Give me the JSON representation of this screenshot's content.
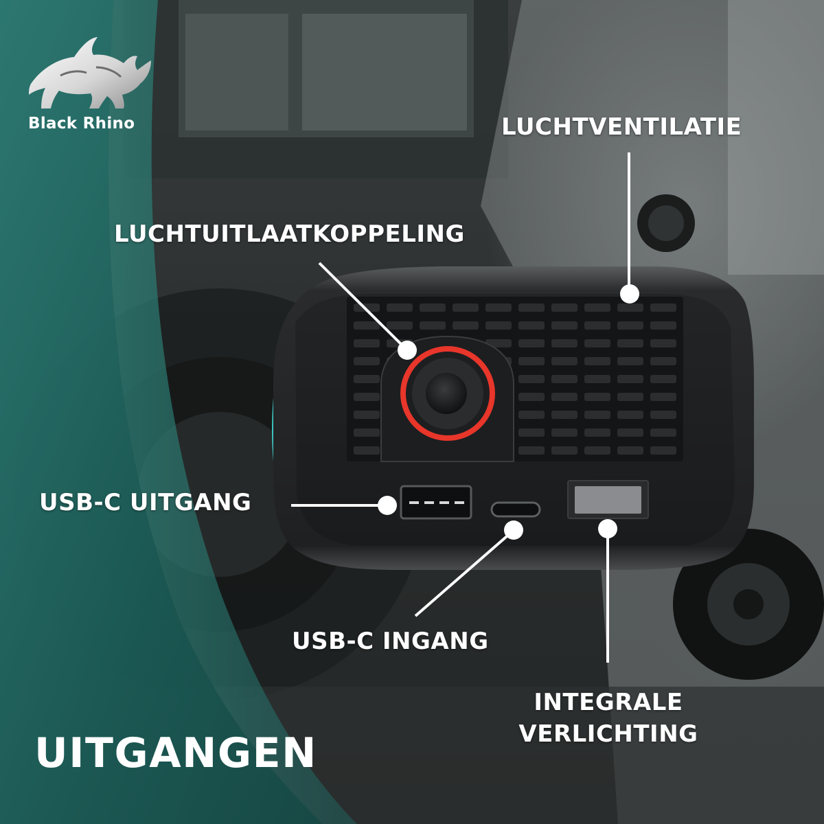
{
  "brand": {
    "name": "Black Rhino"
  },
  "callouts": {
    "air_vent": "LUCHTVENTILATIE",
    "air_outlet_coupling": "LUCHTUITLAATKOPPELING",
    "usb_output": "USB-C UITGANG",
    "usb_input": "USB-C INGANG",
    "light_line1": "INTEGRALE",
    "light_line2": "VERLICHTING"
  },
  "title": "UITGANGEN",
  "colors": {
    "teal": "#1f5f5b",
    "accent_teal": "#3ec9c4",
    "ring_red": "#e8362b",
    "text": "#ffffff"
  }
}
